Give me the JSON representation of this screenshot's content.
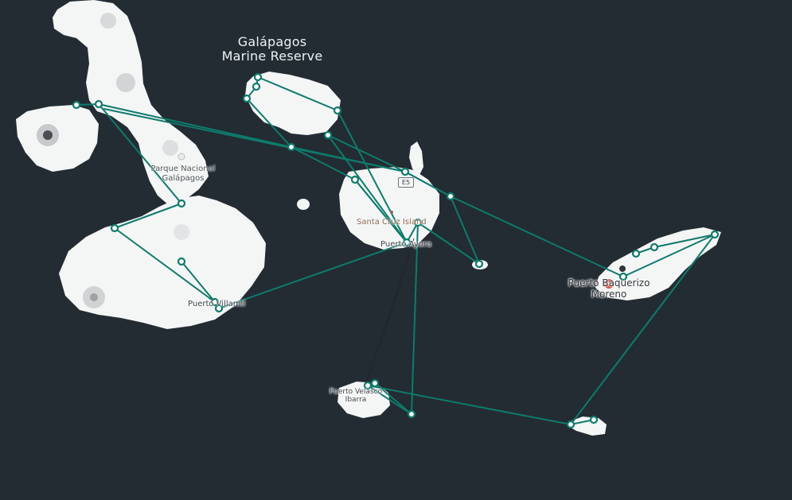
{
  "map": {
    "colors": {
      "sea": "#232c33",
      "land": "#f4f5f5",
      "route": "#0f7a6c",
      "stop_fill": "#ffffff",
      "marker": "#e0463c"
    },
    "labels": {
      "reserve_line1": "Galápagos",
      "reserve_line2": "Marine Reserve",
      "park_line1": "Parque Nacional",
      "park_line2": "Galápagos",
      "santa_cruz": "Santa Cruz Island",
      "puerto_ayora": "Puerto Ayora",
      "puerto_villamil": "Puerto Villamil",
      "puerto_baquerizo_line1": "Puerto Baquerizo",
      "puerto_baquerizo_line2": "Moreno",
      "puerto_velasco_line1": "Puerto Velasco",
      "puerto_velasco_line2": "Ibarra",
      "road_shield": "E5"
    },
    "icons": [
      "volcano-icon",
      "location-pin-icon",
      "airport-marker-icon"
    ]
  }
}
